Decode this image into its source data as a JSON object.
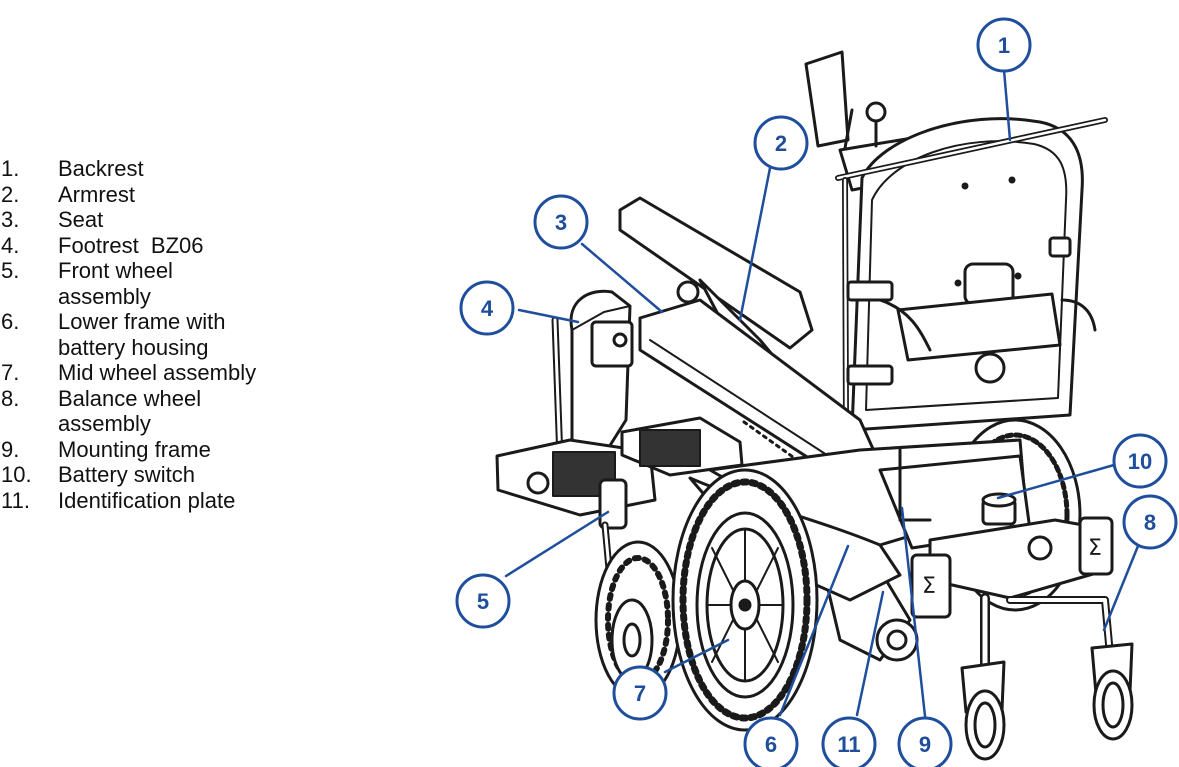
{
  "legend": [
    {
      "num": "1.",
      "text": "Backrest"
    },
    {
      "num": "2.",
      "text": "Armrest"
    },
    {
      "num": "3.",
      "text": "Seat"
    },
    {
      "num": "4.",
      "text": "Footrest  BZ06"
    },
    {
      "num": "5.",
      "text": "Front wheel\nassembly"
    },
    {
      "num": "6.",
      "text": "Lower frame with\nbattery housing"
    },
    {
      "num": "7.",
      "text": "Mid wheel assembly"
    },
    {
      "num": "8.",
      "text": "Balance wheel\nassembly"
    },
    {
      "num": "9.",
      "text": "Mounting frame"
    },
    {
      "num": "10.",
      "text": "Battery switch"
    },
    {
      "num": "11.",
      "text": "Identification plate"
    }
  ],
  "callouts": [
    "1",
    "2",
    "3",
    "4",
    "5",
    "6",
    "7",
    "8",
    "9",
    "10",
    "11"
  ],
  "colors": {
    "callout": "#1f4e9c",
    "callout_fill": "#ffffff",
    "line_art": "#1a1a1a",
    "text": "#111111"
  },
  "illustration": "power-wheelchair-drawing"
}
